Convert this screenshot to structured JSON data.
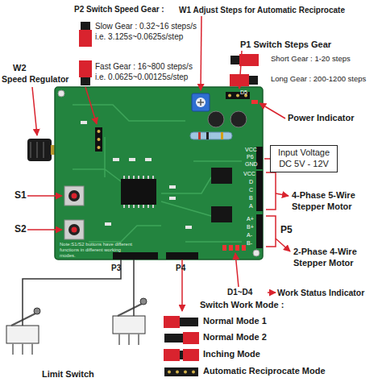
{
  "diagram": {
    "nodes": [
      {
        "text": [
          "Input Voltage DC 5V - 12V"
        ]
      }
    ],
    "labels": [
      "P2 Switch Speed Gear :",
      "W1 Adjust Steps for Automatic Reciprocate",
      "Slow Gear : 0.32~16 steps/s",
      "i.e. 3.125s~0.0625s/step",
      "P1 Switch Steps Gear",
      "W2",
      "Speed Regulator",
      "Fast Gear : 16~800 steps/s",
      "i.e. 0.0625~0.00125s/step",
      "Short Gear : 1-20 steps",
      "Long Gear : 200-1200 steps",
      "D5",
      "Power Indicator",
      "VCC",
      "P6",
      "GND",
      "S1",
      "VCC",
      "D",
      "C",
      "B",
      "A",
      "4-Phase 5-Wire",
      "Stepper Motor",
      "P5",
      "S2",
      "A+",
      "B+",
      "A-",
      "B-",
      "2-Phase 4-Wire",
      "Stepper Motor",
      "Note:S1/S2 buttons have different functions in different working modes.",
      "P3",
      "P4",
      "D1~D4",
      "Work Status Indicator",
      "Switch Work Mode :",
      "Normal Mode 1",
      "Normal Mode 2",
      "Inching Mode",
      "Automatic Reciprocate Mode",
      "Limit Switch"
    ]
  }
}
